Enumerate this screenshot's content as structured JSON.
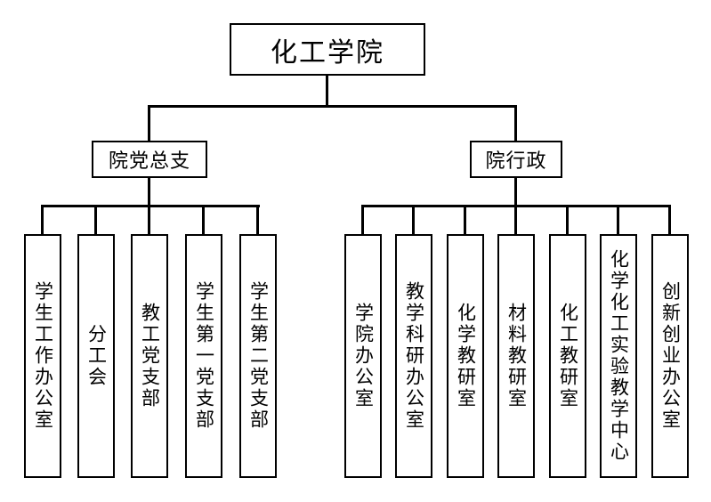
{
  "root": {
    "label": "化工学院"
  },
  "branches": {
    "party": {
      "label": "院党总支",
      "children": [
        {
          "label": "学生工作办公室"
        },
        {
          "label": "分工会"
        },
        {
          "label": "教工党支部"
        },
        {
          "label": "学生第一党支部"
        },
        {
          "label": "学生第二党支部"
        }
      ]
    },
    "admin": {
      "label": "院行政",
      "children": [
        {
          "label": "学院办公室"
        },
        {
          "label": "教学科研办公室"
        },
        {
          "label": "化学教研室"
        },
        {
          "label": "材料教研室"
        },
        {
          "label": "化工教研室"
        },
        {
          "label": "化学化工实验教学中心"
        },
        {
          "label": "创新创业办公室"
        }
      ]
    }
  },
  "colors": {
    "background": "#ffffff",
    "line": "#000000",
    "box_border": "#000000",
    "text": "#000000"
  }
}
